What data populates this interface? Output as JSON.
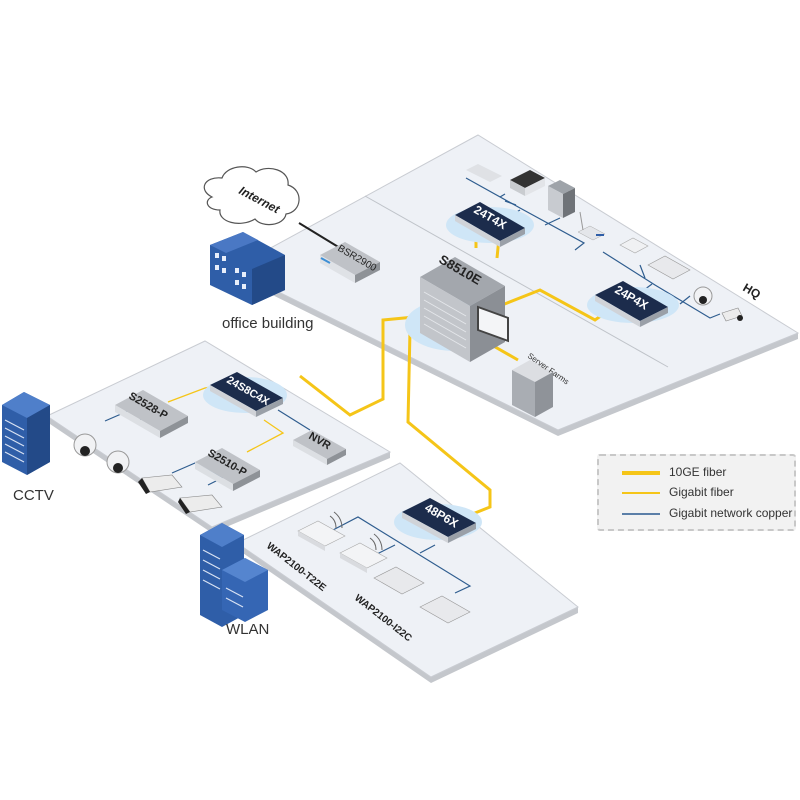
{
  "diagram": {
    "title": "Enterprise network topology",
    "zones": {
      "hq": {
        "label": "HQ"
      },
      "office": {
        "label": "office  building"
      },
      "cctv": {
        "label": "CCTV"
      },
      "wlan": {
        "label": "WLAN"
      }
    },
    "cloud": {
      "label": "Internet"
    },
    "devices": {
      "router": {
        "label": "BSR2900"
      },
      "core": {
        "label": "S8510E"
      },
      "hq_access_1": {
        "label": "24T4X"
      },
      "hq_access_2": {
        "label": "24P4X"
      },
      "server_farm": {
        "label": "Server Farms"
      },
      "cctv_agg": {
        "label": "24S8C4X"
      },
      "cctv_sw1": {
        "label": "S2528-P"
      },
      "cctv_sw2": {
        "label": "S2510-P"
      },
      "nvr": {
        "label": "NVR"
      },
      "wlan_sw": {
        "label": "48P6X"
      },
      "ap_indoor": {
        "label": "WAP2100-T22E"
      },
      "ap_outdoor": {
        "label": "WAP2100-I22C"
      }
    },
    "legend": [
      {
        "label": "10GE fiber",
        "color": "#f5c518",
        "kind": "10ge-fiber"
      },
      {
        "label": "Gigabit fiber",
        "color": "#f5c518",
        "kind": "gigabit-fiber"
      },
      {
        "label": "Gigabit network copper",
        "color": "#5b7fa8",
        "kind": "gigabit-copper"
      }
    ],
    "colors": {
      "fiber": "#f5c518",
      "copper": "#2f5d8f",
      "switch": "#1c2c4c",
      "building": "#2f5ea8"
    }
  }
}
